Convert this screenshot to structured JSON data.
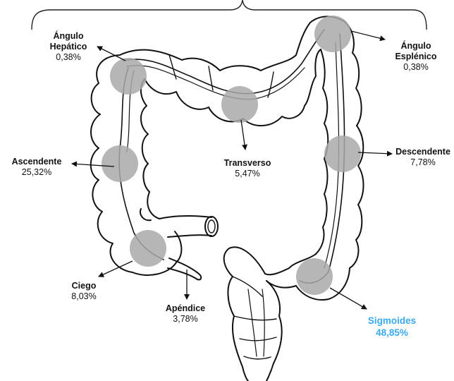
{
  "colors": {
    "outline": "#111111",
    "spot": "#a9a9a9",
    "highlight": "#3aaaf0",
    "background": "#ffffff"
  },
  "segments": {
    "angulo_hepatico": {
      "name_line1": "Ángulo",
      "name_line2": "Hepático",
      "pct": "0,38%"
    },
    "angulo_esplenico": {
      "name_line1": "Ángulo",
      "name_line2": "Esplénico",
      "pct": "0,38%"
    },
    "ascendente": {
      "name": "Ascendente",
      "pct": "25,32%"
    },
    "transverso": {
      "name": "Transverso",
      "pct": "5,47%"
    },
    "descendente": {
      "name": "Descendente",
      "pct": "7,78%"
    },
    "ciego": {
      "name": "Ciego",
      "pct": "8,03%"
    },
    "apendice": {
      "name": "Apéndice",
      "pct": "3,78%"
    },
    "sigmoides": {
      "name": "Sigmoides",
      "pct": "48,85%"
    }
  }
}
